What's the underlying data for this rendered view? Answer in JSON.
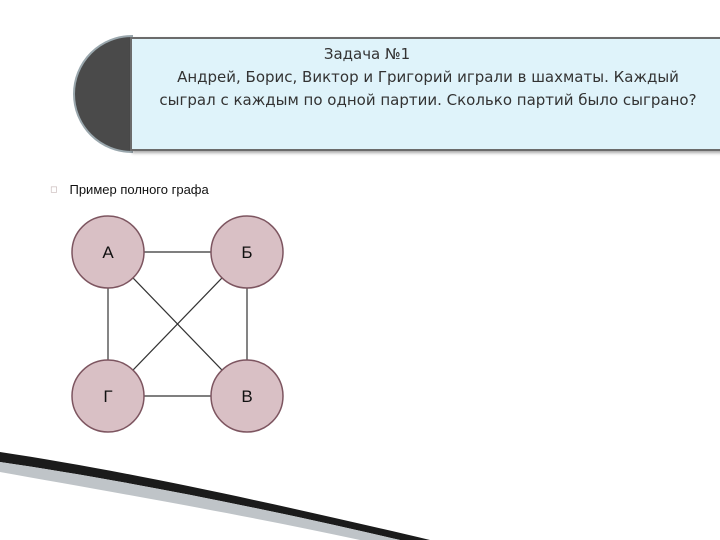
{
  "task": {
    "title": "Задача №1",
    "text": "Андрей, Борис, Виктор и Григорий играли в шахматы. Каждый сыграл с каждым по одной партии. Сколько партий было сыграно?"
  },
  "bullet": {
    "icon": "bullet-icon",
    "text": "Пример полного графа"
  },
  "graph": {
    "nodes": [
      {
        "id": "A",
        "label": "А"
      },
      {
        "id": "B",
        "label": "Б"
      },
      {
        "id": "G",
        "label": "Г"
      },
      {
        "id": "V",
        "label": "В"
      }
    ],
    "edges": [
      [
        "A",
        "B"
      ],
      [
        "A",
        "G"
      ],
      [
        "A",
        "V"
      ],
      [
        "B",
        "G"
      ],
      [
        "B",
        "V"
      ],
      [
        "G",
        "V"
      ]
    ],
    "colors": {
      "node_fill": "#d9c0c5",
      "node_stroke": "#7d5560",
      "edge": "#333333",
      "task_bg": "#dff3fa",
      "accent_dark": "#4a4a4a"
    }
  }
}
